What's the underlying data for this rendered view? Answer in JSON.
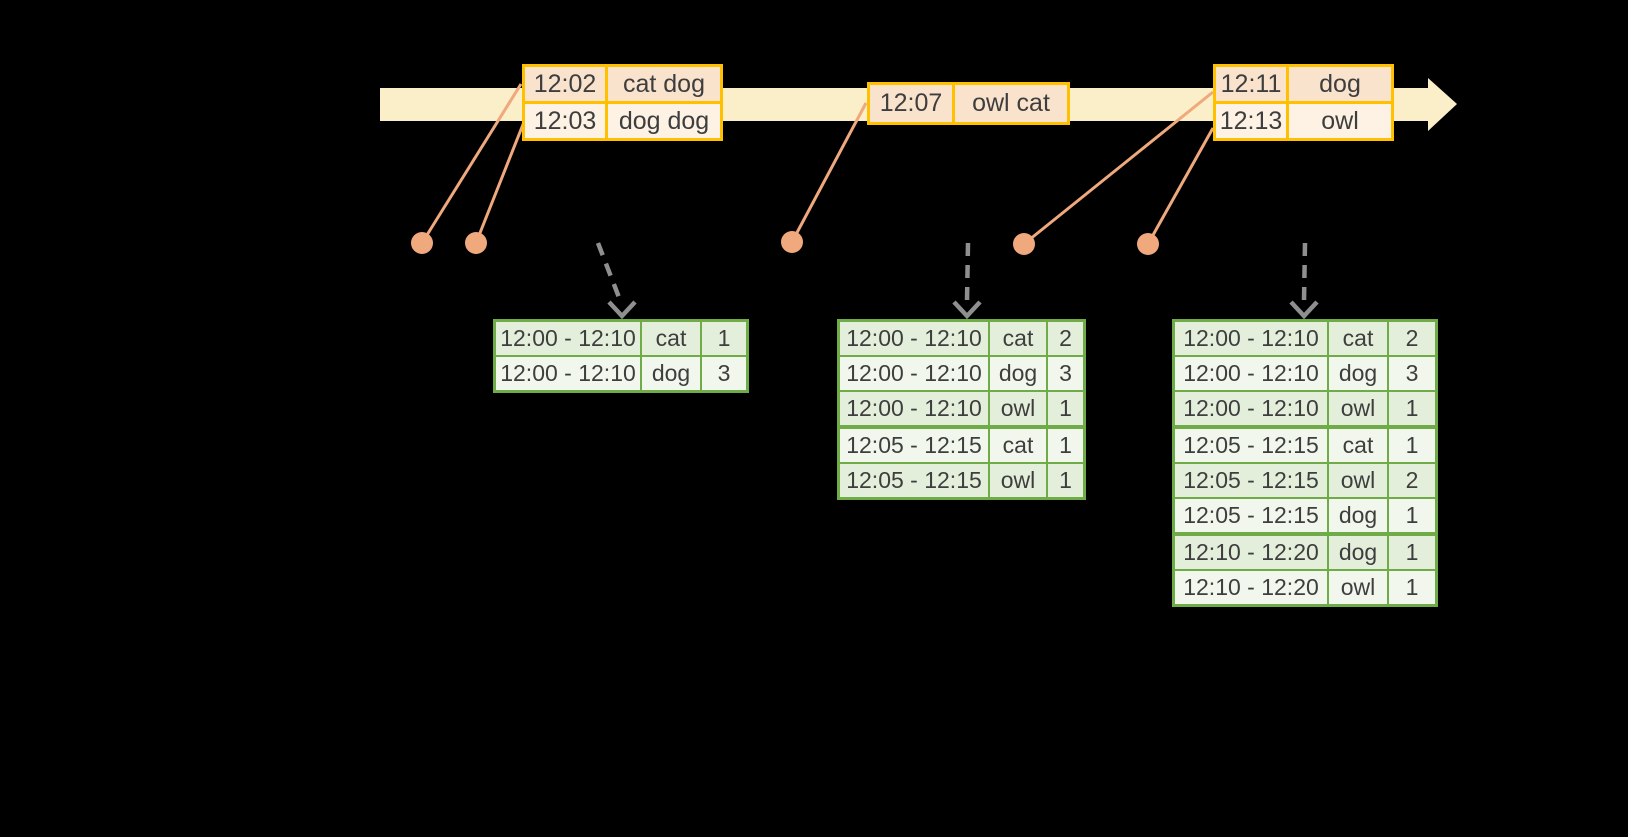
{
  "colors": {
    "background": "#000000",
    "axis-band": "#FBEFC9",
    "orange-border": "#FFC000",
    "orange-row-dark": "#FAE3CD",
    "orange-row-light": "#FDF2E3",
    "salmon": "#F0A87D",
    "arrow-gray": "#8F8F8F",
    "green-border": "#6FAC47",
    "green-row-dark": "#E4EFDB",
    "green-row-light": "#F1F7EC",
    "text": "#3E3E3E"
  },
  "event_tables": [
    {
      "rows": [
        {
          "time": "12:02",
          "words": "cat dog"
        },
        {
          "time": "12:03",
          "words": "dog dog"
        }
      ]
    },
    {
      "rows": [
        {
          "time": "12:07",
          "words": "owl cat"
        }
      ]
    },
    {
      "rows": [
        {
          "time": "12:11",
          "words": "dog"
        },
        {
          "time": "12:13",
          "words": "owl"
        }
      ]
    }
  ],
  "result_tables": [
    {
      "group_breaks": [],
      "rows": [
        {
          "window": "12:00 - 12:10",
          "word": "cat",
          "count": "1"
        },
        {
          "window": "12:00 - 12:10",
          "word": "dog",
          "count": "3"
        }
      ]
    },
    {
      "group_breaks": [
        3
      ],
      "rows": [
        {
          "window": "12:00 - 12:10",
          "word": "cat",
          "count": "2"
        },
        {
          "window": "12:00 - 12:10",
          "word": "dog",
          "count": "3"
        },
        {
          "window": "12:00 - 12:10",
          "word": "owl",
          "count": "1"
        },
        {
          "window": "12:05 - 12:15",
          "word": "cat",
          "count": "1"
        },
        {
          "window": "12:05 - 12:15",
          "word": "owl",
          "count": "1"
        }
      ]
    },
    {
      "group_breaks": [
        3,
        6
      ],
      "rows": [
        {
          "window": "12:00 - 12:10",
          "word": "cat",
          "count": "2"
        },
        {
          "window": "12:00 - 12:10",
          "word": "dog",
          "count": "3"
        },
        {
          "window": "12:00 - 12:10",
          "word": "owl",
          "count": "1"
        },
        {
          "window": "12:05 - 12:15",
          "word": "cat",
          "count": "1"
        },
        {
          "window": "12:05 - 12:15",
          "word": "owl",
          "count": "2"
        },
        {
          "window": "12:05 - 12:15",
          "word": "dog",
          "count": "1"
        },
        {
          "window": "12:10 - 12:20",
          "word": "dog",
          "count": "1"
        },
        {
          "window": "12:10 - 12:20",
          "word": "owl",
          "count": "1"
        }
      ]
    }
  ]
}
